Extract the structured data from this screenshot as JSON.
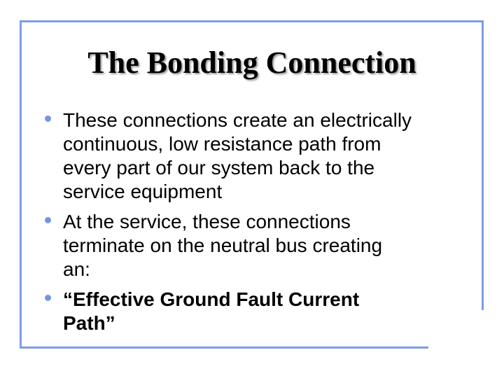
{
  "slide": {
    "title": "The Bonding Connection",
    "bullets": [
      {
        "bold": false,
        "lines": [
          "These connections create an electrically",
          "continuous, low resistance path from",
          "every part of our system back to the",
          "service equipment"
        ]
      },
      {
        "bold": false,
        "lines": [
          "At the service, these connections",
          "terminate on the neutral bus creating",
          "an:"
        ]
      },
      {
        "bold": true,
        "lines": [
          "“Effective Ground Fault Current",
          "Path”"
        ]
      }
    ],
    "colors": {
      "background": "#ffffff",
      "text": "#000000",
      "frame_border": "#7d9ce8",
      "bullet_dot": "#7396e3",
      "title_shadow": "#9e9e9e"
    }
  }
}
